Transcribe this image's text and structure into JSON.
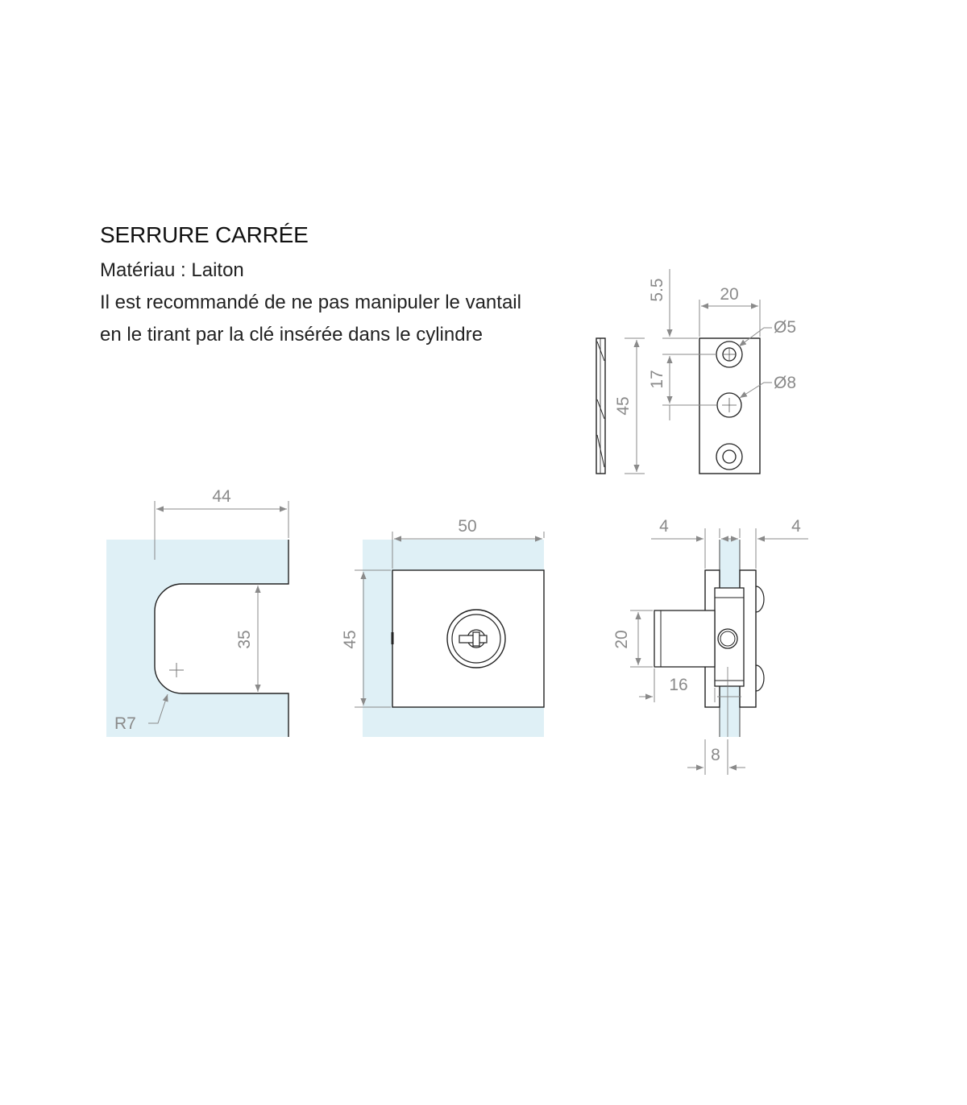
{
  "header": {
    "title": "SERRURE CARRÉE",
    "material": "Matériau : Laiton",
    "note_line1": "Il est recommandé de ne pas manipuler le vantail",
    "note_line2": "en le tirant par la clé insérée dans le cylindre"
  },
  "dimensions": {
    "strike_plate_height_offset": "5.5",
    "strike_plate_width": "20",
    "hole_small_diameter": "Ø5",
    "hole_large_diameter": "Ø8",
    "hole_spacing": "17",
    "strike_plate_height": "45",
    "notch_width": "44",
    "notch_height": "35",
    "notch_radius": "R7",
    "lock_width": "50",
    "lock_height": "45",
    "side_left_gap": "4",
    "side_right_gap": "4",
    "cylinder_diameter": "20",
    "cylinder_depth": "16",
    "glass_thickness": "8"
  },
  "colors": {
    "glass": "#dff0f6",
    "line": "#222222",
    "dimension": "#8a8a8a",
    "part_fill": "#ffffff"
  }
}
